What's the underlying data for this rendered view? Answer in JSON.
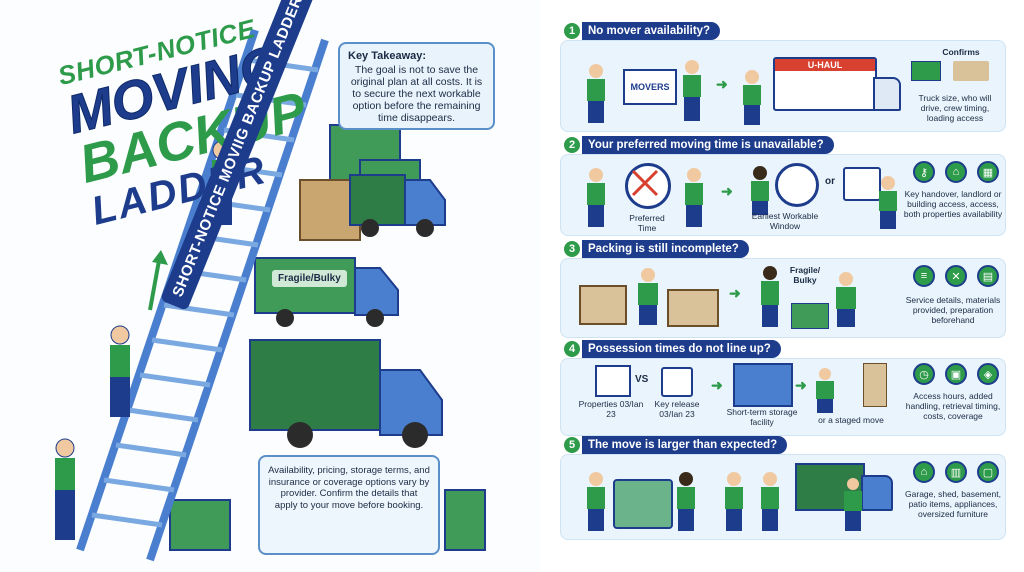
{
  "left": {
    "title_line1": "SHORT-NOTICE",
    "title_line2": "MOVING",
    "title_line3": "BACKUP",
    "title_line4": "LADDER",
    "ladder_label": "SHORT-NOTICE MOVIIG BACKUP LADDER",
    "takeaway_heading": "Key Takeaway:",
    "takeaway_body": "The goal is not to save the original plan at all costs. It is to secure the next workable option before the remaining time disappears.",
    "fragile_label": "Fragile/Bulky",
    "disclaimer": "Availability, pricing, storage terms, and insurance or coverage options vary by provider. Confirm the details that apply to your move before booking."
  },
  "sections": [
    {
      "num": "1",
      "title": "No mover availability?",
      "sign": "MOVERS",
      "truck_brand": "U-HAUL",
      "confirms": "Confirms",
      "note": "Truck size, who will drive, crew timing, loading access"
    },
    {
      "num": "2",
      "title": "Your preferred moving time is unavailable?",
      "cap1": "Preferred Time",
      "cap2": "Earliest Workable Window",
      "or": "or",
      "note": "Key handover, landlord or building access, access, both properties availability"
    },
    {
      "num": "3",
      "title": "Packing is still incomplete?",
      "fragile": "Fragile/ Bulky",
      "note": "Service details, materials provided, preparation beforehand"
    },
    {
      "num": "4",
      "title": "Possession times do not line up?",
      "cap1": "Properties 03/Ian 23",
      "vs": "VS",
      "cap2": "Key release 03/Ian 23",
      "cap3": "Short-term storage facility",
      "cap4": "or a staged move",
      "note": "Access hours, added handling, retrieval timing, costs, coverage"
    },
    {
      "num": "5",
      "title": "The move is larger than expected?",
      "note": "Garage, shed, basement, patio items, appliances, oversized furniture"
    }
  ],
  "colors": {
    "navy": "#1d3c8c",
    "green": "#2e9b4a",
    "panel": "#e9f4fc"
  }
}
